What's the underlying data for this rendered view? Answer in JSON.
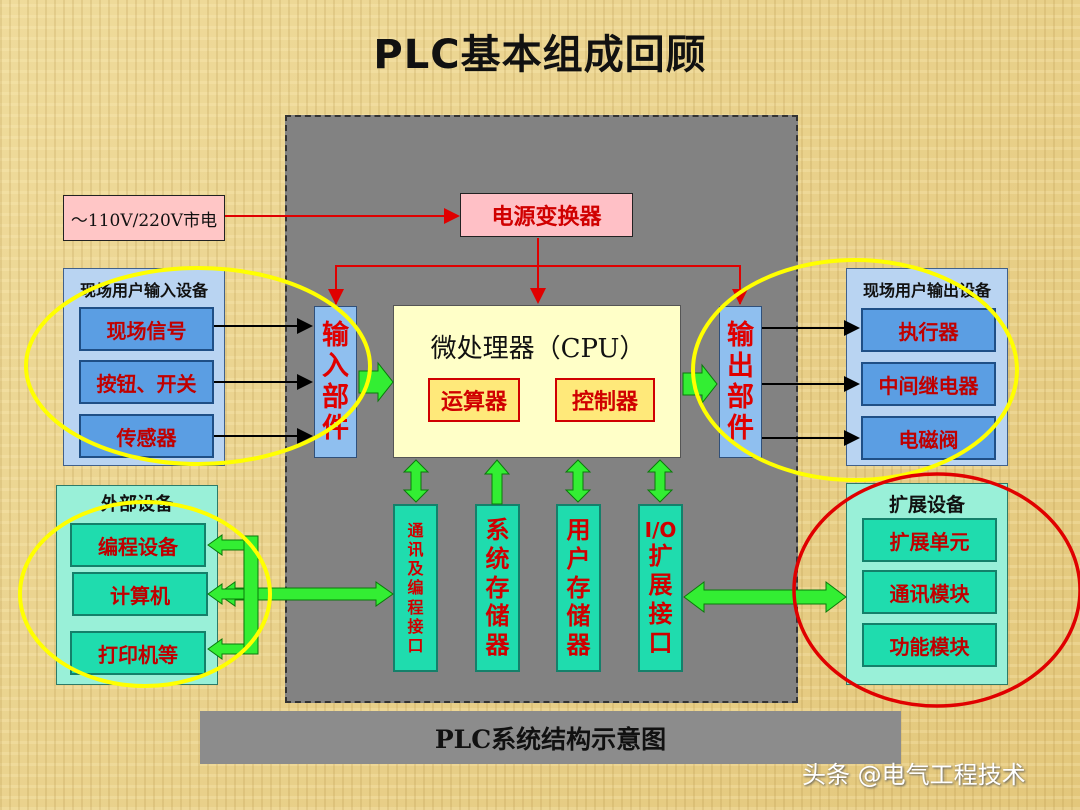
{
  "title": "PLC基本组成回顾",
  "mains_label": "～110V/220V市电",
  "power_converter": "电源变换器",
  "input_devices": {
    "title": "现场用户输入设备",
    "items": [
      "现场信号",
      "按钮、开关",
      "传感器"
    ]
  },
  "output_devices": {
    "title": "现场用户输出设备",
    "items": [
      "执行器",
      "中间继电器",
      "电磁阀"
    ]
  },
  "external_devices": {
    "title": "外部设备",
    "items": [
      "编程设备",
      "计算机",
      "打印机等"
    ]
  },
  "expansion_devices": {
    "title": "扩展设备",
    "items": [
      "扩展单元",
      "通讯模块",
      "功能模块"
    ]
  },
  "input_unit": [
    "输",
    "入",
    "部",
    "件"
  ],
  "output_unit": [
    "输",
    "出",
    "部",
    "件"
  ],
  "cpu": {
    "label": "微处理器（CPU）",
    "alu": "运算器",
    "controller": "控制器"
  },
  "bottom_modules": {
    "comm": [
      "通",
      "讯",
      "及",
      "编",
      "程",
      "接",
      "口"
    ],
    "sys_mem": [
      "系",
      "统",
      "存",
      "储",
      "器"
    ],
    "user_mem": [
      "用",
      "户",
      "存",
      "储",
      "器"
    ],
    "io_ext": [
      "I/O",
      "扩",
      "展",
      "接",
      "口"
    ]
  },
  "caption": "PLC系统结构示意图",
  "watermark": "头条 @电气工程技术",
  "colors": {
    "red_text": "#d00000",
    "cpu_fill": "#ffffc8",
    "green_arrow": "#33ee33",
    "highlight_yellow": "#ffff00",
    "highlight_red": "#e00000"
  }
}
